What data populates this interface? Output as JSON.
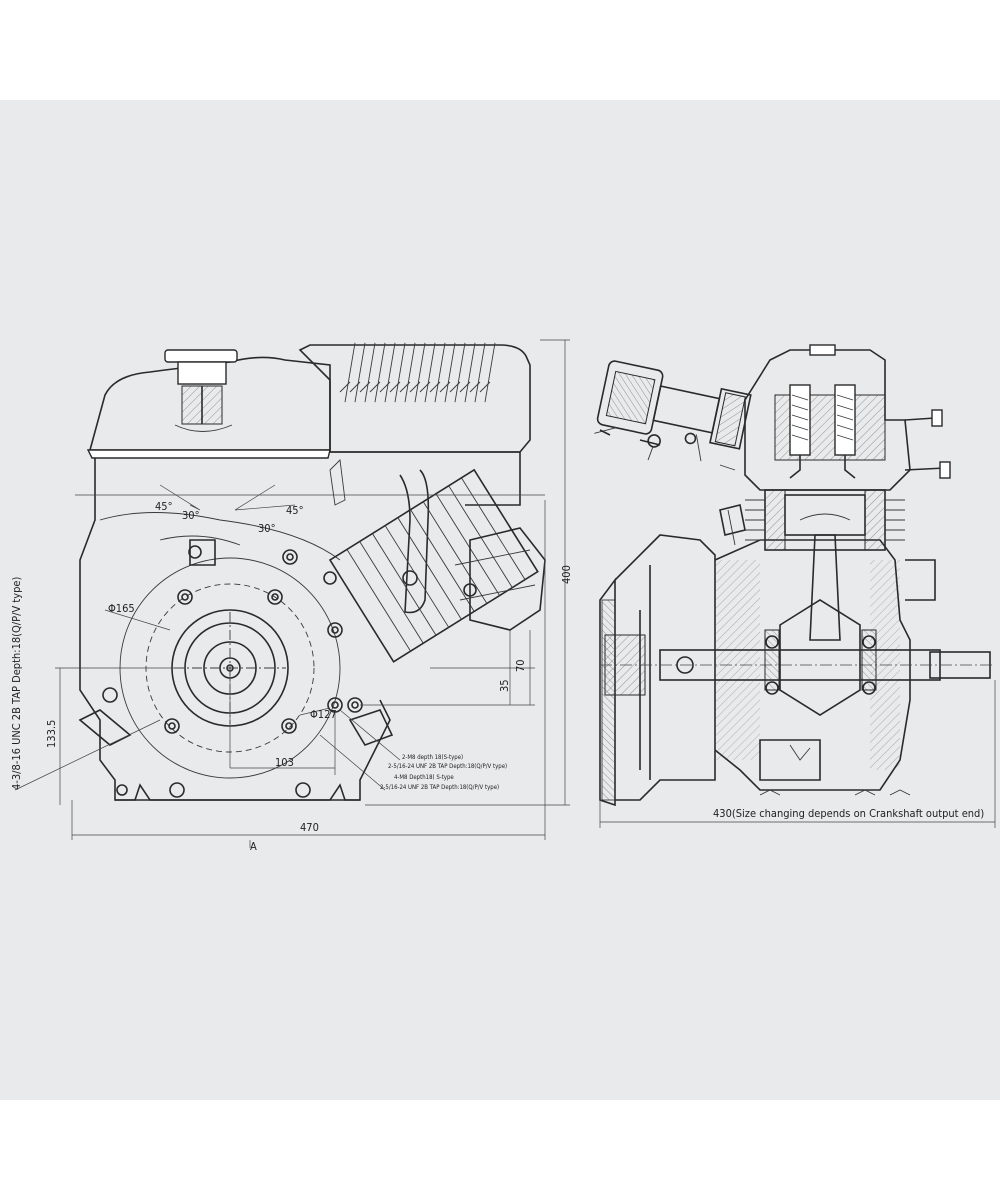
{
  "dimensions": {
    "width_470": "470",
    "height_400": "400",
    "d_165": "Φ165",
    "d_127": "Φ127",
    "h_1335": "133.5",
    "w_103": "103",
    "h_70": "70",
    "h_35": "35",
    "angle_45a": "45°",
    "angle_30a": "30°",
    "angle_30b": "30°",
    "angle_45b": "45°",
    "view_mark": "A",
    "len_430": "430(Size changing depends on Crankshaft output end)"
  },
  "notes": {
    "side_tap": "4-3/8-16 UNC 2B TAP Depth:18(Q/P/V type)",
    "note1": "2-M8 depth 18(S-type)",
    "note2": "2-5/16-24 UNF 2B TAP Depth:18(Q/P/V type)",
    "note3": "4-M8 Depth18( S-type",
    "note4": "2-5/16-24 UNF 2B TAP Depth:18(Q/P/V type)"
  },
  "colors": {
    "background": "#e9eaec",
    "line": "#2a2a2a"
  }
}
